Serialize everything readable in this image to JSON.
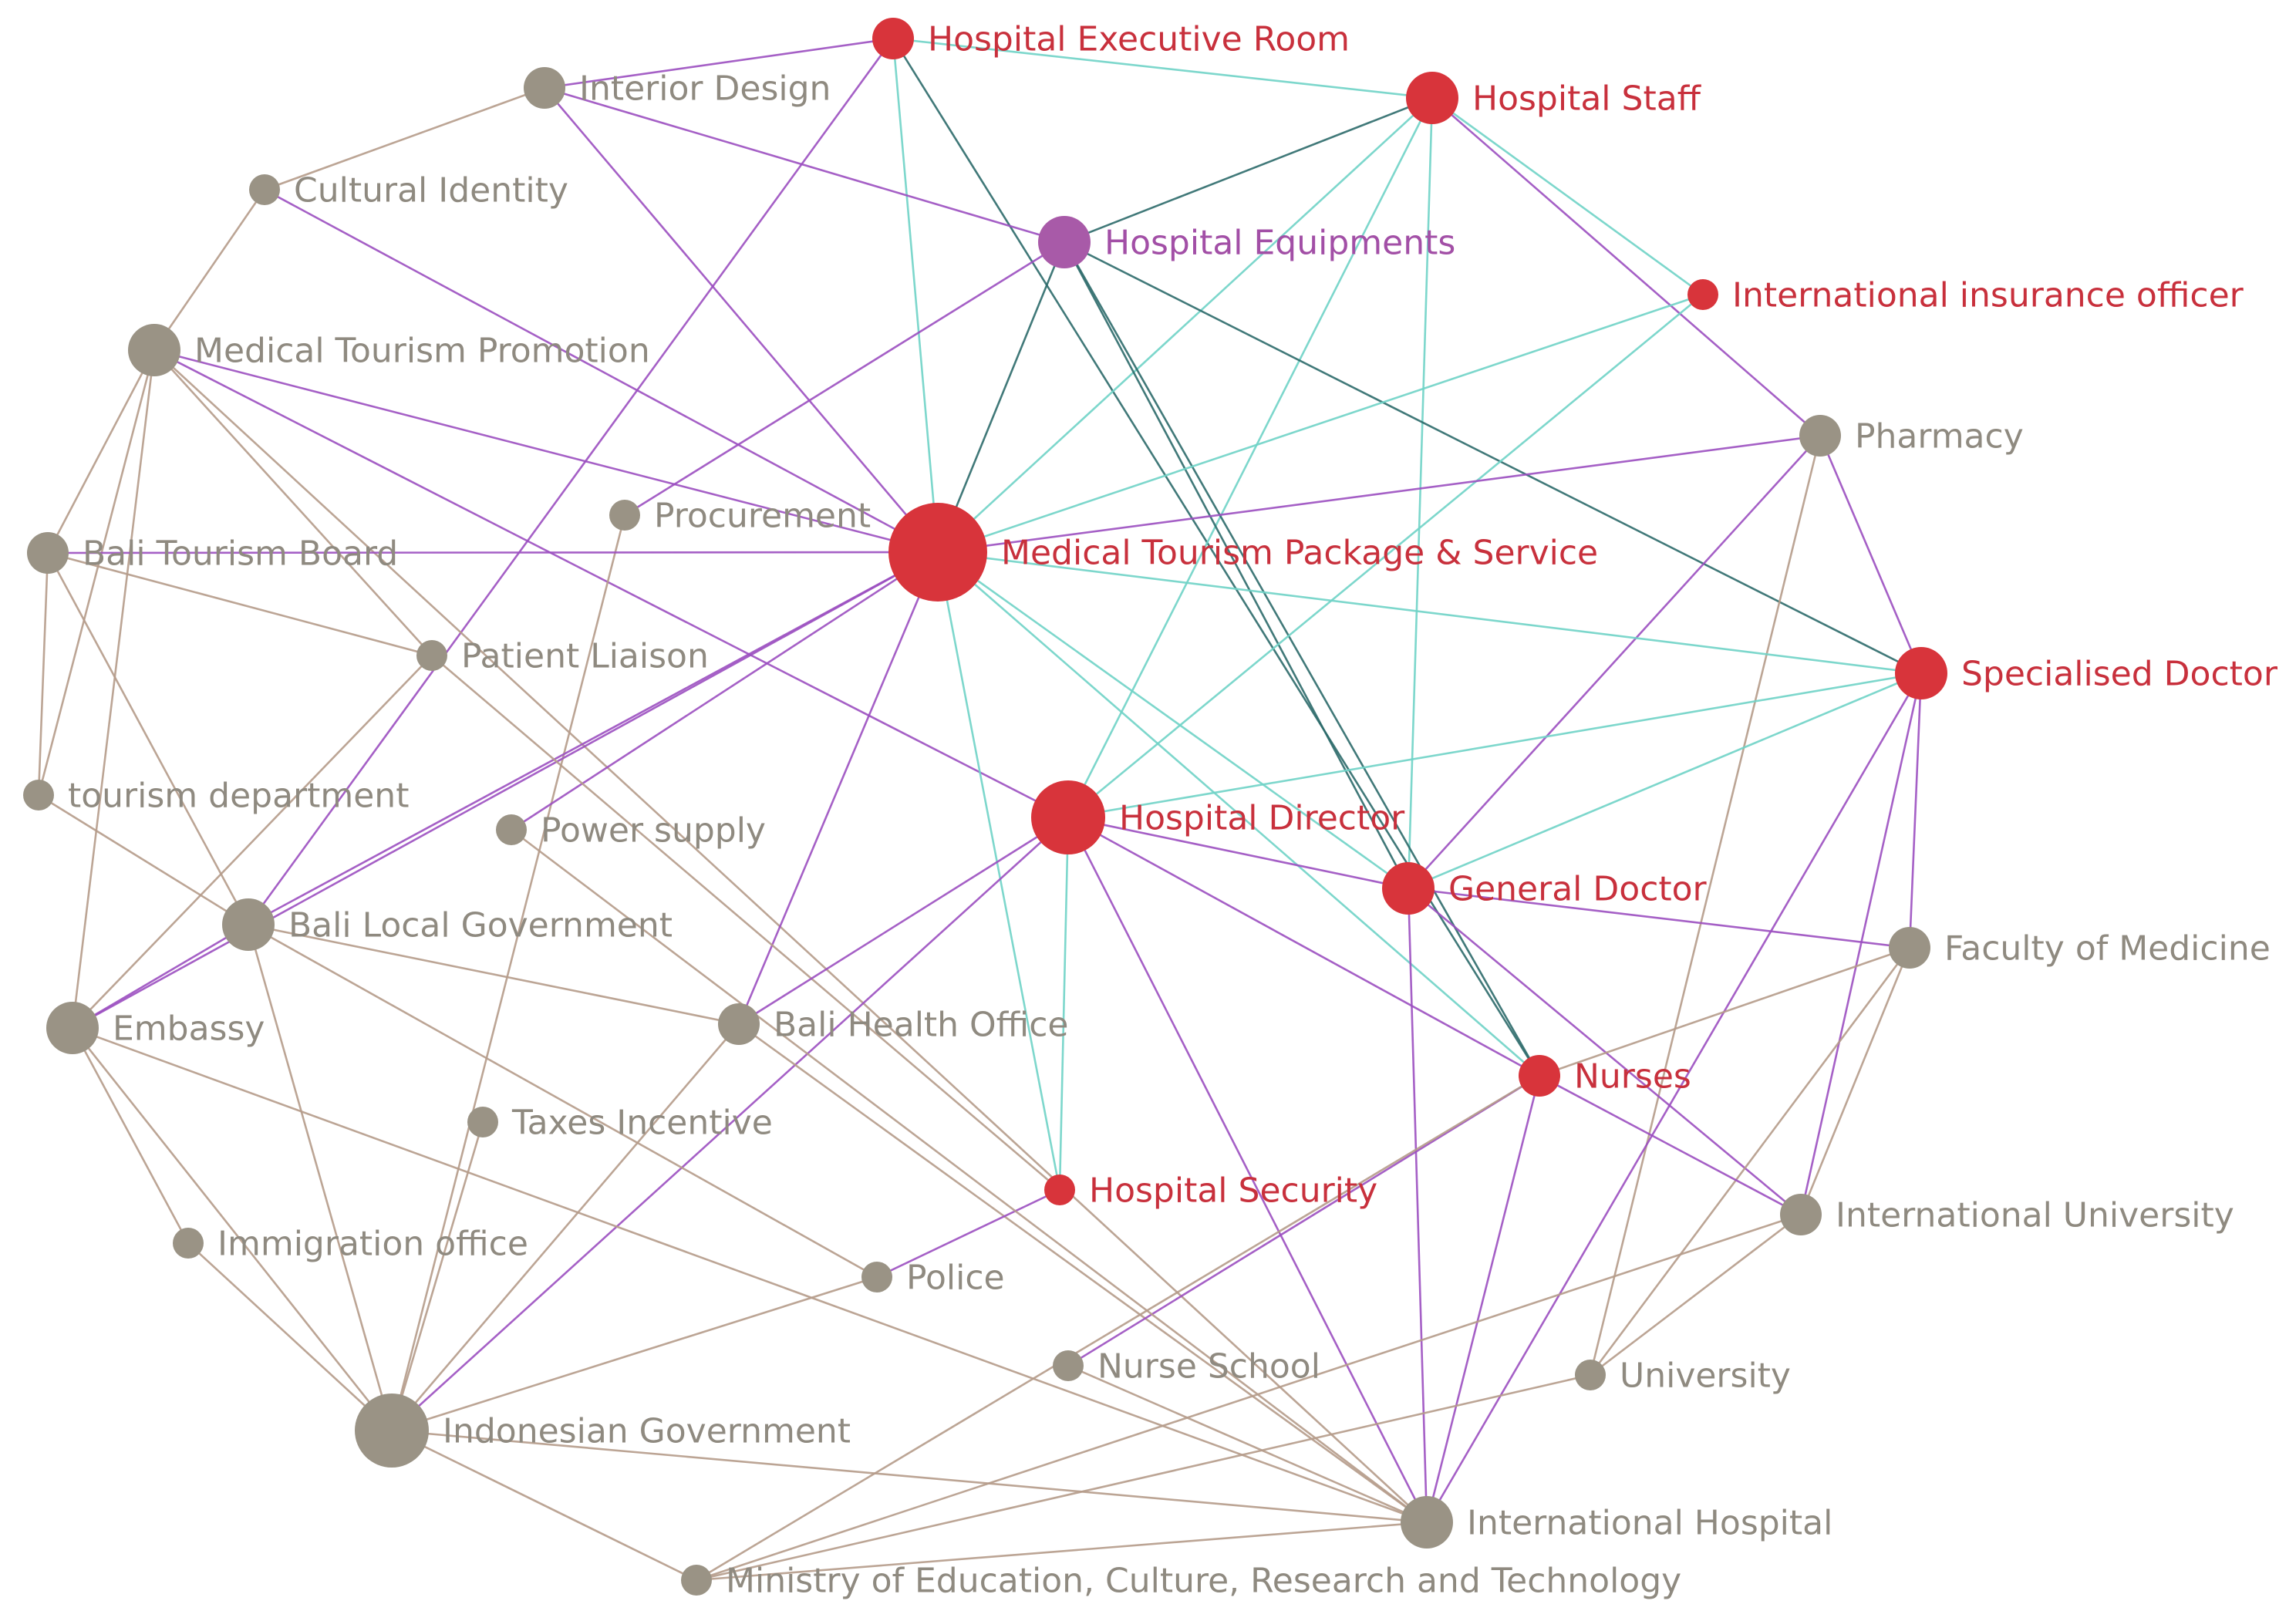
{
  "colors": {
    "actor_red": "#d8343b",
    "actor_grey": "#9a9385",
    "actor_purple": "#a85aa8",
    "label_red": "#c8303c",
    "label_grey": "#8f8a80",
    "label_purple": "#a24fa6",
    "edge_teal": "#6fd3c6",
    "edge_purple": "#9b4fc0",
    "edge_brown": "#b59b8a",
    "edge_dark": "#2c6a6a"
  },
  "nodes": [
    {
      "id": "hospital_executive_room",
      "label": "Hospital Executive Room",
      "group": "red",
      "weight": 2
    },
    {
      "id": "interior_design",
      "label": "Interior Design",
      "group": "grey",
      "weight": 2
    },
    {
      "id": "hospital_staff",
      "label": "Hospital Staff",
      "group": "red",
      "weight": 3
    },
    {
      "id": "cultural_identity",
      "label": "Cultural Identity",
      "group": "grey",
      "weight": 1
    },
    {
      "id": "hospital_equipments",
      "label": "Hospital Equipments",
      "group": "purple",
      "weight": 3
    },
    {
      "id": "international_insurance_officer",
      "label": "International insurance officer",
      "group": "red",
      "weight": 1
    },
    {
      "id": "medical_tourism_promotion",
      "label": "Medical Tourism Promotion",
      "group": "grey",
      "weight": 3
    },
    {
      "id": "pharmacy",
      "label": "Pharmacy",
      "group": "grey",
      "weight": 2
    },
    {
      "id": "procurement",
      "label": "Procurement",
      "group": "grey",
      "weight": 1
    },
    {
      "id": "bali_tourism_board",
      "label": "Bali Tourism Board",
      "group": "grey",
      "weight": 2
    },
    {
      "id": "medical_tourism_package",
      "label": "Medical Tourism Package & Service",
      "group": "red",
      "weight": 6
    },
    {
      "id": "patient_liaison",
      "label": "Patient Liaison",
      "group": "grey",
      "weight": 1
    },
    {
      "id": "specialised_doctor",
      "label": "Specialised Doctor",
      "group": "red",
      "weight": 3
    },
    {
      "id": "tourism_department",
      "label": "tourism department",
      "group": "grey",
      "weight": 1
    },
    {
      "id": "hospital_director",
      "label": "Hospital Director",
      "group": "red",
      "weight": 5
    },
    {
      "id": "power_supply",
      "label": "Power supply",
      "group": "grey",
      "weight": 1
    },
    {
      "id": "general_doctor",
      "label": "General Doctor",
      "group": "red",
      "weight": 3
    },
    {
      "id": "bali_local_government",
      "label": "Bali Local Government",
      "group": "grey",
      "weight": 3
    },
    {
      "id": "faculty_of_medicine",
      "label": "Faculty of Medicine",
      "group": "grey",
      "weight": 2
    },
    {
      "id": "embassy",
      "label": "Embassy",
      "group": "grey",
      "weight": 3
    },
    {
      "id": "bali_health_office",
      "label": "Bali Health Office",
      "group": "grey",
      "weight": 2
    },
    {
      "id": "nurses",
      "label": "Nurses",
      "group": "red",
      "weight": 2
    },
    {
      "id": "taxes_incentive",
      "label": "Taxes Incentive",
      "group": "grey",
      "weight": 1
    },
    {
      "id": "hospital_security",
      "label": "Hospital Security",
      "group": "red",
      "weight": 1
    },
    {
      "id": "international_university",
      "label": "International University",
      "group": "grey",
      "weight": 2
    },
    {
      "id": "immigration_office",
      "label": "Immigration office",
      "group": "grey",
      "weight": 1
    },
    {
      "id": "police",
      "label": "Police",
      "group": "grey",
      "weight": 1
    },
    {
      "id": "nurse_school",
      "label": "Nurse School",
      "group": "grey",
      "weight": 1
    },
    {
      "id": "university",
      "label": "University",
      "group": "grey",
      "weight": 1
    },
    {
      "id": "indonesian_government",
      "label": "Indonesian Government",
      "group": "grey",
      "weight": 5
    },
    {
      "id": "international_hospital",
      "label": "International Hospital",
      "group": "grey",
      "weight": 3
    },
    {
      "id": "ministry_of_education",
      "label": "Ministry of Education, Culture, Research and Technology",
      "group": "grey",
      "weight": 1
    }
  ],
  "edges": [
    {
      "from": "hospital_executive_room",
      "to": "interior_design",
      "type": "purple"
    },
    {
      "from": "hospital_executive_room",
      "to": "hospital_staff",
      "type": "teal"
    },
    {
      "from": "hospital_executive_room",
      "to": "medical_tourism_package",
      "type": "teal"
    },
    {
      "from": "hospital_executive_room",
      "to": "nurses",
      "type": "dark"
    },
    {
      "from": "hospital_executive_room",
      "to": "bali_local_government",
      "type": "purple"
    },
    {
      "from": "interior_design",
      "to": "cultural_identity",
      "type": "brown"
    },
    {
      "from": "interior_design",
      "to": "hospital_equipments",
      "type": "purple"
    },
    {
      "from": "interior_design",
      "to": "medical_tourism_package",
      "type": "purple"
    },
    {
      "from": "cultural_identity",
      "to": "medical_tourism_promotion",
      "type": "brown"
    },
    {
      "from": "cultural_identity",
      "to": "medical_tourism_package",
      "type": "purple"
    },
    {
      "from": "hospital_staff",
      "to": "hospital_equipments",
      "type": "dark"
    },
    {
      "from": "hospital_staff",
      "to": "international_insurance_officer",
      "type": "teal"
    },
    {
      "from": "hospital_staff",
      "to": "pharmacy",
      "type": "purple"
    },
    {
      "from": "hospital_staff",
      "to": "medical_tourism_package",
      "type": "teal"
    },
    {
      "from": "hospital_staff",
      "to": "hospital_director",
      "type": "teal"
    },
    {
      "from": "hospital_staff",
      "to": "general_doctor",
      "type": "teal"
    },
    {
      "from": "hospital_equipments",
      "to": "medical_tourism_package",
      "type": "dark"
    },
    {
      "from": "hospital_equipments",
      "to": "specialised_doctor",
      "type": "dark"
    },
    {
      "from": "hospital_equipments",
      "to": "general_doctor",
      "type": "dark"
    },
    {
      "from": "hospital_equipments",
      "to": "nurses",
      "type": "dark"
    },
    {
      "from": "hospital_equipments",
      "to": "procurement",
      "type": "purple"
    },
    {
      "from": "international_insurance_officer",
      "to": "medical_tourism_package",
      "type": "teal"
    },
    {
      "from": "international_insurance_officer",
      "to": "hospital_director",
      "type": "teal"
    },
    {
      "from": "medical_tourism_promotion",
      "to": "medical_tourism_package",
      "type": "purple"
    },
    {
      "from": "medical_tourism_promotion",
      "to": "hospital_director",
      "type": "purple"
    },
    {
      "from": "medical_tourism_promotion",
      "to": "bali_tourism_board",
      "type": "brown"
    },
    {
      "from": "medical_tourism_promotion",
      "to": "tourism_department",
      "type": "brown"
    },
    {
      "from": "medical_tourism_promotion",
      "to": "embassy",
      "type": "brown"
    },
    {
      "from": "medical_tourism_promotion",
      "to": "patient_liaison",
      "type": "brown"
    },
    {
      "from": "medical_tourism_promotion",
      "to": "international_hospital",
      "type": "brown"
    },
    {
      "from": "pharmacy",
      "to": "medical_tourism_package",
      "type": "purple"
    },
    {
      "from": "pharmacy",
      "to": "general_doctor",
      "type": "purple"
    },
    {
      "from": "pharmacy",
      "to": "specialised_doctor",
      "type": "purple"
    },
    {
      "from": "pharmacy",
      "to": "university",
      "type": "brown"
    },
    {
      "from": "procurement",
      "to": "indonesian_government",
      "type": "brown"
    },
    {
      "from": "bali_tourism_board",
      "to": "medical_tourism_package",
      "type": "purple"
    },
    {
      "from": "bali_tourism_board",
      "to": "patient_liaison",
      "type": "brown"
    },
    {
      "from": "bali_tourism_board",
      "to": "tourism_department",
      "type": "brown"
    },
    {
      "from": "bali_tourism_board",
      "to": "bali_local_government",
      "type": "brown"
    },
    {
      "from": "medical_tourism_package",
      "to": "specialised_doctor",
      "type": "teal"
    },
    {
      "from": "medical_tourism_package",
      "to": "general_doctor",
      "type": "teal"
    },
    {
      "from": "medical_tourism_package",
      "to": "nurses",
      "type": "teal"
    },
    {
      "from": "medical_tourism_package",
      "to": "hospital_security",
      "type": "teal"
    },
    {
      "from": "medical_tourism_package",
      "to": "bali_local_government",
      "type": "purple"
    },
    {
      "from": "medical_tourism_package",
      "to": "embassy",
      "type": "purple"
    },
    {
      "from": "medical_tourism_package",
      "to": "bali_health_office",
      "type": "purple"
    },
    {
      "from": "medical_tourism_package",
      "to": "power_supply",
      "type": "purple"
    },
    {
      "from": "patient_liaison",
      "to": "embassy",
      "type": "brown"
    },
    {
      "from": "patient_liaison",
      "to": "hospital_security",
      "type": "brown"
    },
    {
      "from": "specialised_doctor",
      "to": "hospital_director",
      "type": "teal"
    },
    {
      "from": "specialised_doctor",
      "to": "general_doctor",
      "type": "teal"
    },
    {
      "from": "specialised_doctor",
      "to": "faculty_of_medicine",
      "type": "purple"
    },
    {
      "from": "specialised_doctor",
      "to": "international_university",
      "type": "purple"
    },
    {
      "from": "specialised_doctor",
      "to": "international_hospital",
      "type": "purple"
    },
    {
      "from": "tourism_department",
      "to": "bali_local_government",
      "type": "brown"
    },
    {
      "from": "hospital_director",
      "to": "general_doctor",
      "type": "purple"
    },
    {
      "from": "hospital_director",
      "to": "nurses",
      "type": "purple"
    },
    {
      "from": "hospital_director",
      "to": "hospital_security",
      "type": "teal"
    },
    {
      "from": "hospital_director",
      "to": "bali_health_office",
      "type": "purple"
    },
    {
      "from": "hospital_director",
      "to": "international_hospital",
      "type": "purple"
    },
    {
      "from": "hospital_director",
      "to": "indonesian_government",
      "type": "purple"
    },
    {
      "from": "general_doctor",
      "to": "faculty_of_medicine",
      "type": "purple"
    },
    {
      "from": "general_doctor",
      "to": "international_hospital",
      "type": "purple"
    },
    {
      "from": "general_doctor",
      "to": "international_university",
      "type": "purple"
    },
    {
      "from": "bali_local_government",
      "to": "embassy",
      "type": "purple"
    },
    {
      "from": "bali_local_government",
      "to": "bali_health_office",
      "type": "brown"
    },
    {
      "from": "bali_local_government",
      "to": "police",
      "type": "brown"
    },
    {
      "from": "bali_local_government",
      "to": "indonesian_government",
      "type": "brown"
    },
    {
      "from": "faculty_of_medicine",
      "to": "nurses",
      "type": "brown"
    },
    {
      "from": "faculty_of_medicine",
      "to": "international_university",
      "type": "brown"
    },
    {
      "from": "faculty_of_medicine",
      "to": "university",
      "type": "brown"
    },
    {
      "from": "embassy",
      "to": "immigration_office",
      "type": "brown"
    },
    {
      "from": "embassy",
      "to": "indonesian_government",
      "type": "brown"
    },
    {
      "from": "embassy",
      "to": "international_hospital",
      "type": "brown"
    },
    {
      "from": "bali_health_office",
      "to": "international_hospital",
      "type": "brown"
    },
    {
      "from": "bali_health_office",
      "to": "indonesian_government",
      "type": "brown"
    },
    {
      "from": "nurses",
      "to": "nurse_school",
      "type": "purple"
    },
    {
      "from": "nurses",
      "to": "international_hospital",
      "type": "purple"
    },
    {
      "from": "nurses",
      "to": "international_university",
      "type": "purple"
    },
    {
      "from": "nurses",
      "to": "ministry_of_education",
      "type": "brown"
    },
    {
      "from": "hospital_security",
      "to": "police",
      "type": "purple"
    },
    {
      "from": "international_university",
      "to": "ministry_of_education",
      "type": "brown"
    },
    {
      "from": "international_university",
      "to": "university",
      "type": "brown"
    },
    {
      "from": "immigration_office",
      "to": "indonesian_government",
      "type": "brown"
    },
    {
      "from": "police",
      "to": "indonesian_government",
      "type": "brown"
    },
    {
      "from": "nurse_school",
      "to": "international_hospital",
      "type": "brown"
    },
    {
      "from": "university",
      "to": "ministry_of_education",
      "type": "brown"
    },
    {
      "from": "indonesian_government",
      "to": "ministry_of_education",
      "type": "brown"
    },
    {
      "from": "indonesian_government",
      "to": "international_hospital",
      "type": "brown"
    },
    {
      "from": "ministry_of_education",
      "to": "international_hospital",
      "type": "brown"
    },
    {
      "from": "power_supply",
      "to": "international_hospital",
      "type": "brown"
    },
    {
      "from": "taxes_incentive",
      "to": "indonesian_government",
      "type": "brown"
    }
  ]
}
